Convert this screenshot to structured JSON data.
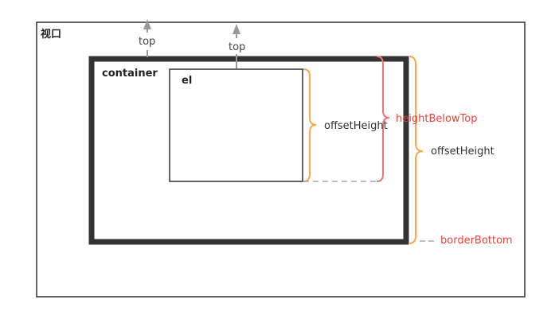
{
  "viewport": {
    "label": "视口"
  },
  "container": {
    "label": "container"
  },
  "element": {
    "label": "el"
  },
  "arrows": {
    "top_label": "top"
  },
  "measurements": {
    "el_offset_height": "offsetHeight",
    "container_offset_height": "offsetHeight",
    "height_below_top": "heightBelowTop",
    "border_bottom": "borderBottom"
  },
  "colors": {
    "frame": "#222222",
    "container_border": "#333333",
    "arrow": "#999999",
    "brace_orange": "#f5a94a",
    "brace_red": "#f07575",
    "label_red": "#e8433b",
    "dashed": "#aaaaaa"
  }
}
